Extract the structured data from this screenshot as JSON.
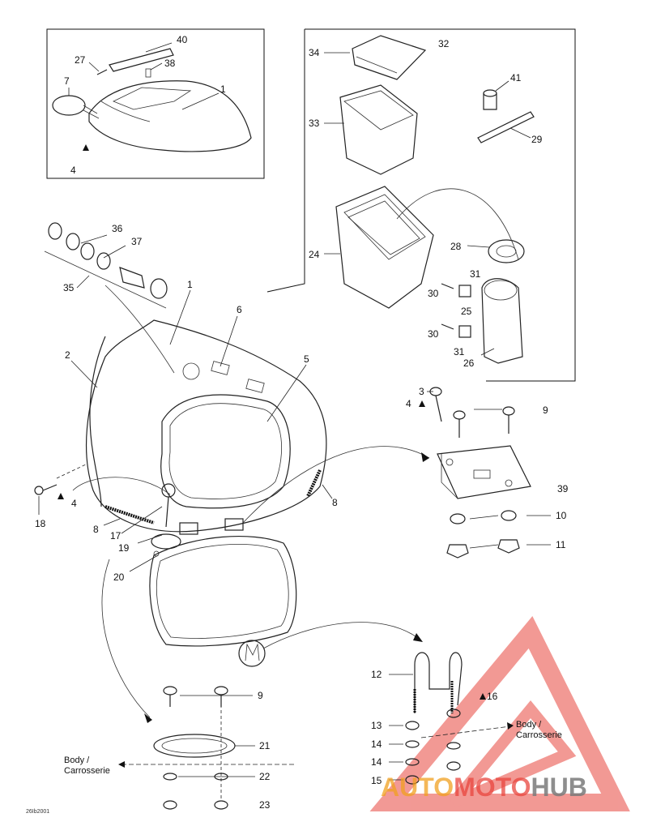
{
  "diagram": {
    "code": "26Ib2001",
    "body_label_line1": "Body /",
    "body_label_line2": "Carrosserie",
    "callouts": {
      "c40": "40",
      "c27": "27",
      "c38": "38",
      "c7": "7",
      "c1a": "1",
      "c4a": "4",
      "c34": "34",
      "c32": "32",
      "c33": "33",
      "c41": "41",
      "c29": "29",
      "c24": "24",
      "c28": "28",
      "c31a": "31",
      "c30a": "30",
      "c25": "25",
      "c30b": "30",
      "c31b": "31",
      "c26": "26",
      "c36": "36",
      "c37": "37",
      "c35": "35",
      "c1b": "1",
      "c6": "6",
      "c2": "2",
      "c5": "5",
      "c3": "3",
      "c4b": "4",
      "c9a": "9",
      "c39": "39",
      "c18": "18",
      "c4c": "4",
      "c8a": "8",
      "c8b": "8",
      "c17": "17",
      "c19": "19",
      "c20": "20",
      "c10": "10",
      "c11": "11",
      "c12": "12",
      "c16": "16",
      "c13": "13",
      "c14a": "14",
      "c14b": "14",
      "c15": "15",
      "c9b": "9",
      "c21": "21",
      "c22": "22",
      "c23": "23"
    }
  },
  "watermark": {
    "part1": "AUTO",
    "part2": "MOTO",
    "part3": "HUB",
    "color_red": "#e8463e",
    "color_orange": "#f0a020",
    "color_grey": "#7a7a7a"
  }
}
